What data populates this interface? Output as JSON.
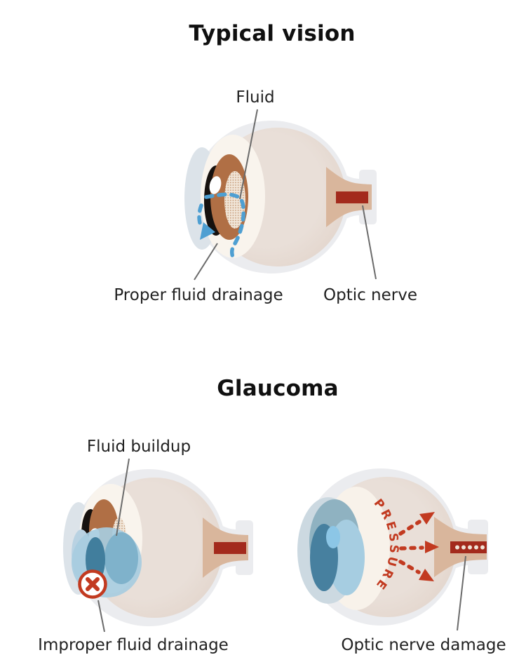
{
  "typical": {
    "title": "Typical vision",
    "labels": {
      "fluid": "Fluid",
      "proper_drainage": "Proper fluid drainage",
      "optic_nerve": "Optic nerve"
    }
  },
  "glaucoma": {
    "title": "Glaucoma",
    "labels": {
      "fluid_buildup": "Fluid buildup",
      "improper_drainage": "Improper fluid drainage",
      "optic_nerve_damage": "Optic nerve damage"
    },
    "pressure_text": "PRESSURE"
  },
  "colors": {
    "background": "#ffffff",
    "title_text": "#101010",
    "label_text": "#212121",
    "leader_line": "#6b6b6b",
    "sclera": "#ebecef",
    "eye_interior": "#e8ded7",
    "eye_interior_edge": "#e0d1c7",
    "cream_chamber": "#f9f4ed",
    "cornea": "#dce3e9",
    "iris_brown": "#b06f45",
    "pupil_black": "#16110e",
    "lens_dot": "#c3946f",
    "lens_bg": "#f1e6d9",
    "fluid_blue": "#4e9fd2",
    "optic_nerve_tan": "#d9b69c",
    "optic_nerve_red": "#a32a1c",
    "nerve_damage_dot": "#efe3d6",
    "alert_red": "#c23a20",
    "buildup_pale_blue": "#b9d2e2",
    "buildup_light_blue": "#a7cce0",
    "buildup_medium_blue": "#7fb2cb",
    "buildup_dark_blue": "#417e9d",
    "swollen_lens_pale": "#ccd9e1",
    "swollen_lens_medium": "#8fb2c1",
    "swollen_lens_light": "#a6cde1",
    "swollen_lens_dark": "#47809f",
    "swollen_lens_highlight": "#8cc6e6"
  }
}
